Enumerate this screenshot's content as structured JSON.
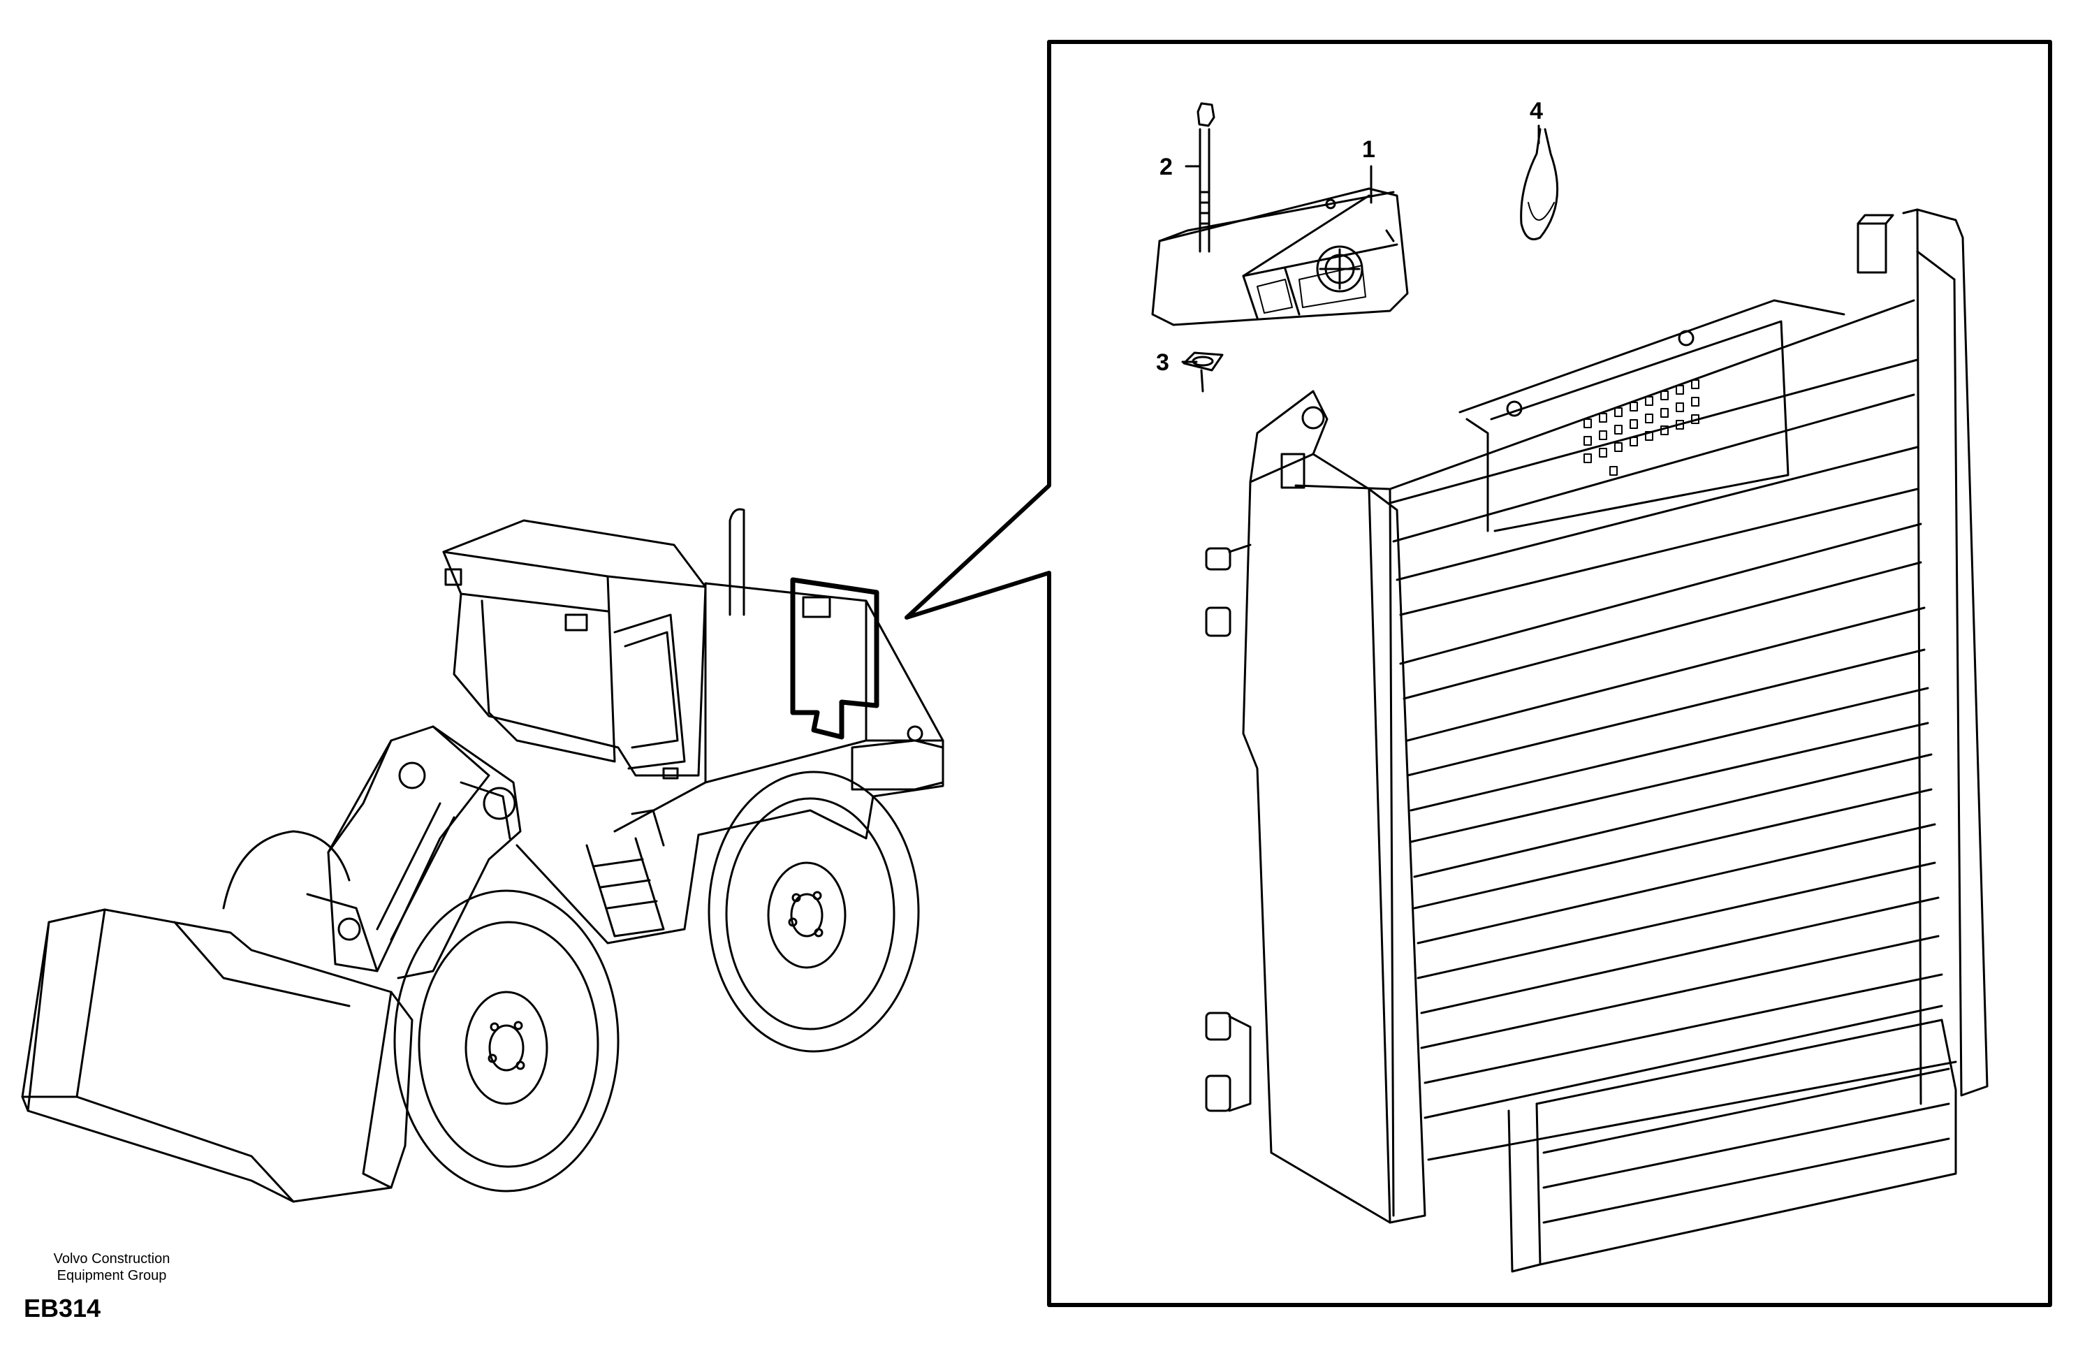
{
  "diagram": {
    "callouts": [
      {
        "id": "1",
        "label": "1"
      },
      {
        "id": "2",
        "label": "2"
      },
      {
        "id": "3",
        "label": "3"
      },
      {
        "id": "4",
        "label": "4"
      }
    ],
    "footer": {
      "company_line1": "Volvo Construction",
      "company_line2": "Equipment Group",
      "figure_code": "EB314"
    },
    "colors": {
      "line": "#000000",
      "background": "#ffffff"
    }
  }
}
